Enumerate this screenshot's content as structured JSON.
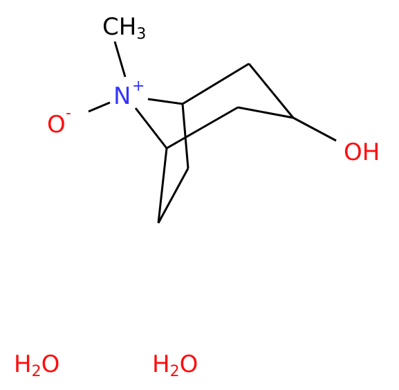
{
  "labels": {
    "methyl": "CH",
    "methyl_sub": "3",
    "nitrogen": "N",
    "nitrogen_charge": "+",
    "oxide": "O",
    "oxide_charge": "-",
    "hydroxyl": "OH",
    "water1_h": "H",
    "water1_sub": "2",
    "water1_o": "O",
    "water2_h": "H",
    "water2_sub": "2",
    "water2_o": "O"
  },
  "colors": {
    "bond": "#000000",
    "carbon": "#000000",
    "nitrogen": "#3333ff",
    "oxygen": "#ff0d0d"
  }
}
